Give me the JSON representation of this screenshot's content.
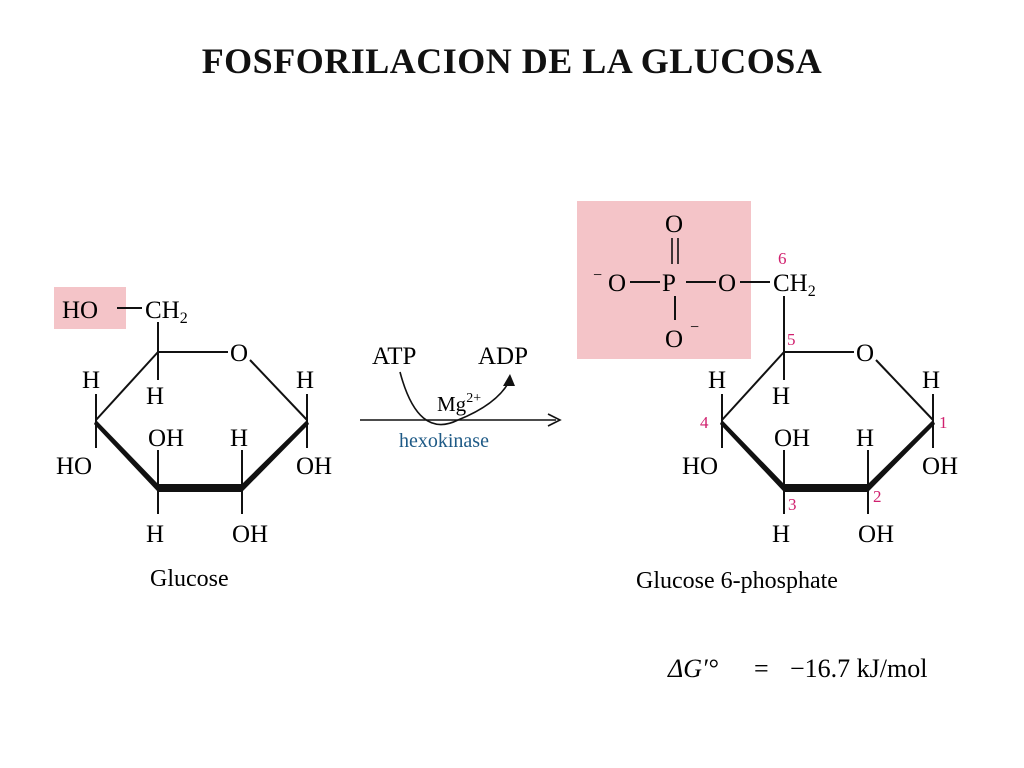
{
  "title": "FOSFORILACION DE LA GLUCOSA",
  "colors": {
    "highlight": "#f4c4c8",
    "locant": "#d0206e",
    "enzyme": "#1e5a86",
    "ink": "#111111"
  },
  "glucose": {
    "name": "Glucose",
    "ho_label": "HO",
    "ch2_label": "CH",
    "ch2_sub": "2",
    "ring_o": "O",
    "c5_h": "H",
    "c4_h": "H",
    "c4_oh": "HO",
    "c3_oh": "OH",
    "c3_h": "H",
    "c2_h": "H",
    "c2_oh": "OH",
    "c1_h": "H",
    "c1_oh": "OH"
  },
  "reaction": {
    "reactant_cofactor": "ATP",
    "product_cofactor": "ADP",
    "ion_base": "Mg",
    "ion_charge": "2+",
    "enzyme": "hexokinase"
  },
  "product": {
    "name": "Glucose 6-phosphate",
    "phosphate_o_top": "O",
    "phosphate_p": "P",
    "phosphate_o_left": "O",
    "phosphate_o_left_charge": "−",
    "phosphate_o_bottom": "O",
    "phosphate_o_bottom_charge": "−",
    "bridge_o": "O",
    "ch2_label": "CH",
    "ch2_sub": "2",
    "ring_o": "O",
    "c5_h": "H",
    "c4_h": "H",
    "c4_oh": "HO",
    "c3_oh": "OH",
    "c3_h": "H",
    "c2_h": "H",
    "c2_oh": "OH",
    "c1_h": "H",
    "c1_oh": "OH",
    "locants": [
      "1",
      "2",
      "3",
      "4",
      "5",
      "6"
    ]
  },
  "energy": {
    "symbol": "ΔG′°",
    "equals": "=",
    "value": "−16.7 kJ/mol"
  }
}
